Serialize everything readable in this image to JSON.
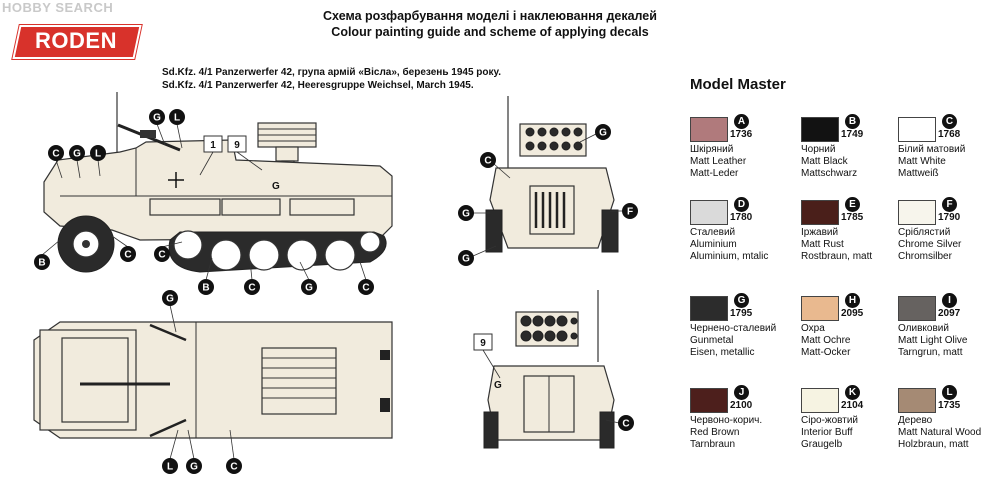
{
  "watermark": "HOBBY SEARCH",
  "brand": "RODEN",
  "header": {
    "line_ua": "Схема розфарбування моделі і наклеювання декалей",
    "line_en": "Colour painting guide and scheme of applying decals"
  },
  "subtitle": {
    "line_ua": "Sd.Kfz. 4/1 Panzerwerfer 42, група армій «Вісла», березень 1945 року.",
    "line_en": "Sd.Kfz. 4/1 Panzerwerfer 42, Heeresgruppe Weichsel, March 1945."
  },
  "palette_title": "Model Master",
  "decals": {
    "one": "1",
    "nine": "9",
    "nine_rear": "9",
    "g": "G"
  },
  "colors": [
    {
      "letter": "A",
      "code": "1736",
      "hex": "#b07a7c",
      "ua": "Шкіряний",
      "en": "Matt Leather",
      "de": "Matt-Leder"
    },
    {
      "letter": "B",
      "code": "1749",
      "hex": "#121212",
      "ua": "Чорний",
      "en": "Matt Black",
      "de": "Mattschwarz"
    },
    {
      "letter": "C",
      "code": "1768",
      "hex": "#ffffff",
      "ua": "Білий матовий",
      "en": "Matt White",
      "de": "Mattweiß"
    },
    {
      "letter": "D",
      "code": "1780",
      "hex": "#dadada",
      "ua": "Сталевий",
      "en": "Aluminium",
      "de": "Aluminium, mtalic"
    },
    {
      "letter": "E",
      "code": "1785",
      "hex": "#4a1f1a",
      "ua": "Іржавий",
      "en": "Matt Rust",
      "de": "Rostbraun, matt"
    },
    {
      "letter": "F",
      "code": "1790",
      "hex": "#f7f5ec",
      "ua": "Сріблястий",
      "en": "Chrome Silver",
      "de": "Chromsilber"
    },
    {
      "letter": "G",
      "code": "1795",
      "hex": "#2c2c2c",
      "ua": "Чернено-сталевий",
      "en": "Gunmetal",
      "de": "Eisen, metallic"
    },
    {
      "letter": "H",
      "code": "2095",
      "hex": "#e9b98f",
      "ua": "Охра",
      "en": "Matt Ochre",
      "de": "Matt-Ocker"
    },
    {
      "letter": "I",
      "code": "2097",
      "hex": "#666260",
      "ua": "Оливковий",
      "en": "Matt Light Olive",
      "de": "Tarngrun, matt"
    },
    {
      "letter": "J",
      "code": "2100",
      "hex": "#4d1f1c",
      "ua": "Червоно-корич.",
      "en": "Red Brown",
      "de": "Tarnbraun"
    },
    {
      "letter": "K",
      "code": "2104",
      "hex": "#f6f3e2",
      "ua": "Сіро-жовтий",
      "en": "Interior Buff",
      "de": "Graugelb"
    },
    {
      "letter": "L",
      "code": "1735",
      "hex": "#a58a74",
      "ua": "Дерево",
      "en": "Matt Natural Wood",
      "de": "Holzbraun, matt"
    }
  ]
}
